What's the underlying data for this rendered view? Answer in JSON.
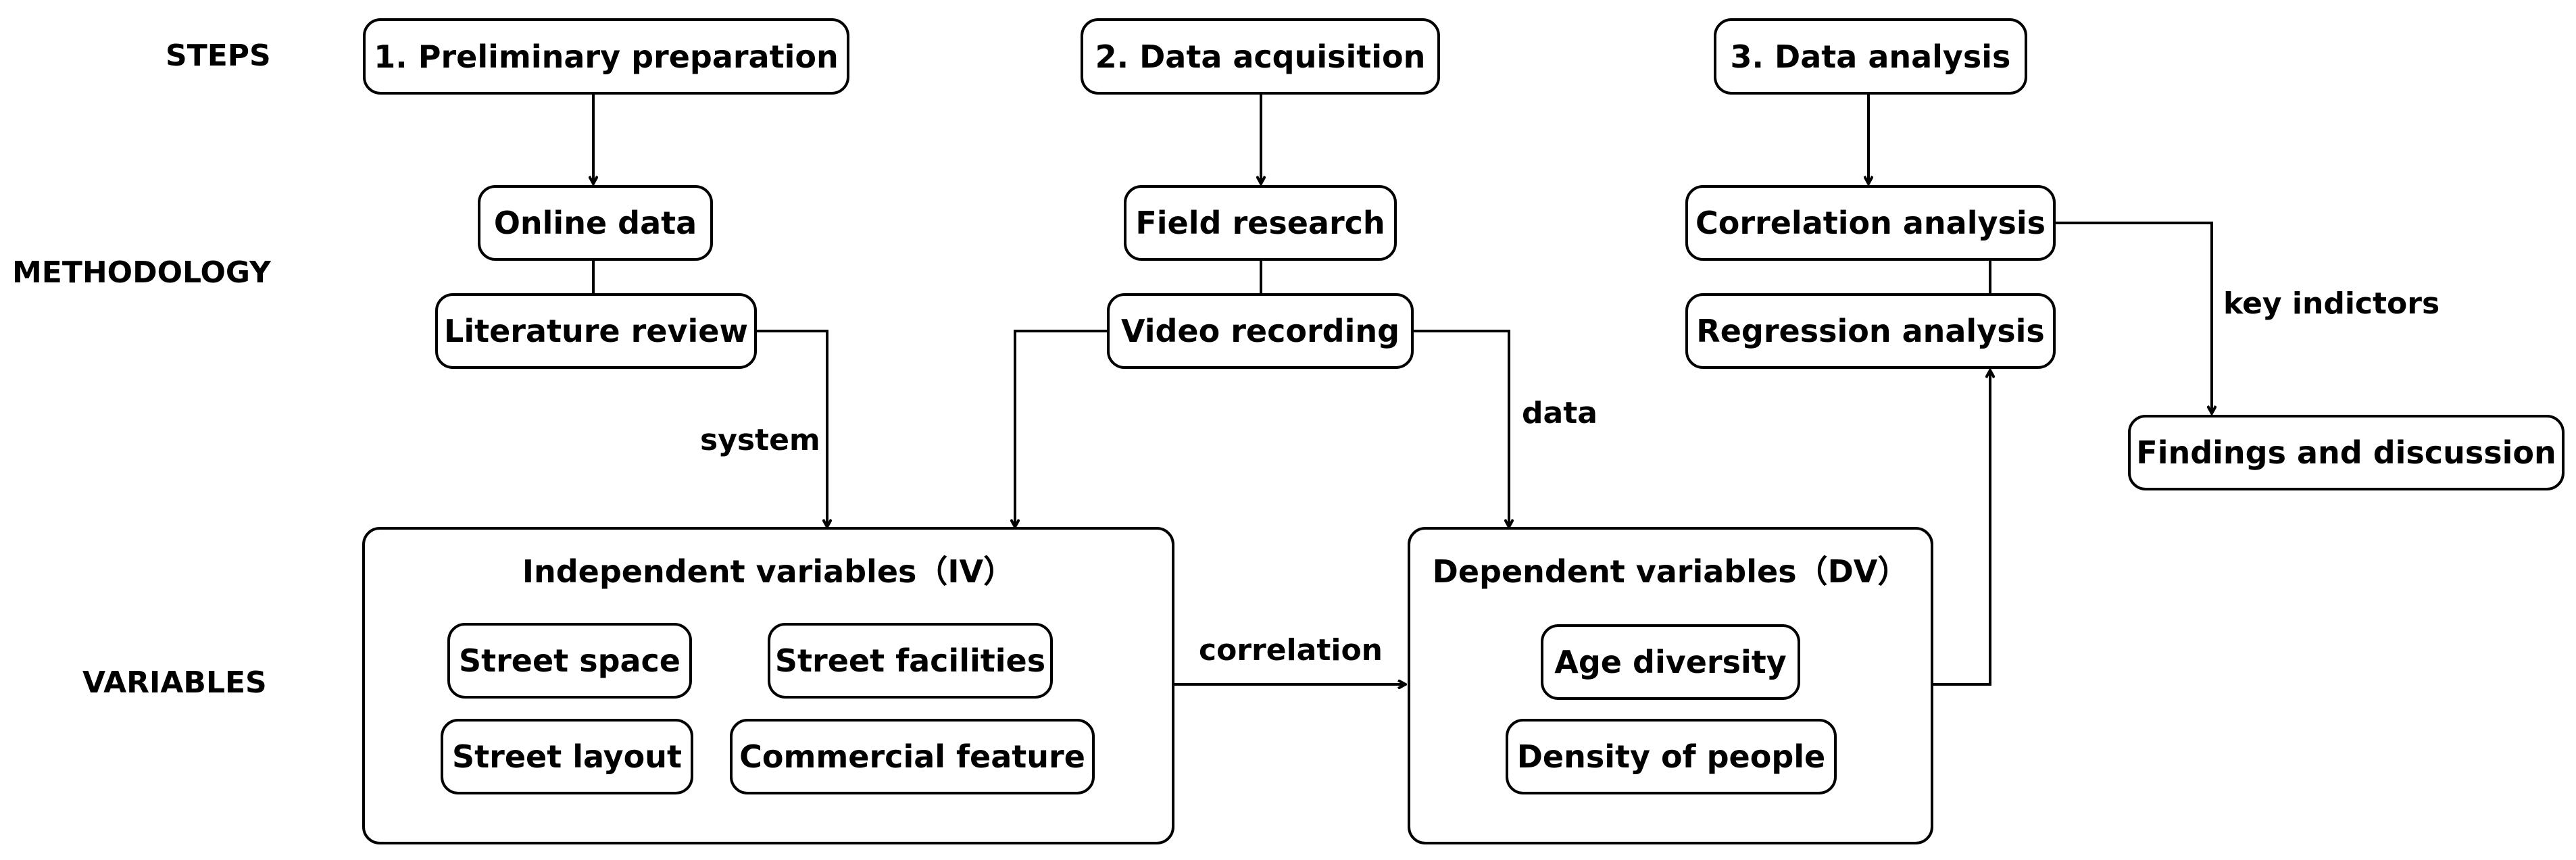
{
  "rows": {
    "steps": "STEPS",
    "methodology": "METHODOLOGY",
    "variables": "VARIABLES"
  },
  "steps": {
    "s1": "1. Preliminary preparation",
    "s2": "2. Data acquisition",
    "s3": "3. Data analysis"
  },
  "methods": {
    "online": "Online data",
    "literature": "Literature review",
    "field": "Field research",
    "video": "Video recording",
    "correlation": "Correlation analysis",
    "regression": "Regression analysis",
    "findings": "Findings and discussion"
  },
  "iv": {
    "title": "Independent variables（IV）",
    "items": [
      "Street space",
      "Street facilities",
      "Street layout",
      "Commercial feature"
    ]
  },
  "dv": {
    "title": "Dependent variables（DV）",
    "items": [
      "Age diversity",
      "Density of people"
    ]
  },
  "edges": {
    "system": "system",
    "data": "data",
    "correlation": "correlation",
    "key": "key indictors"
  }
}
